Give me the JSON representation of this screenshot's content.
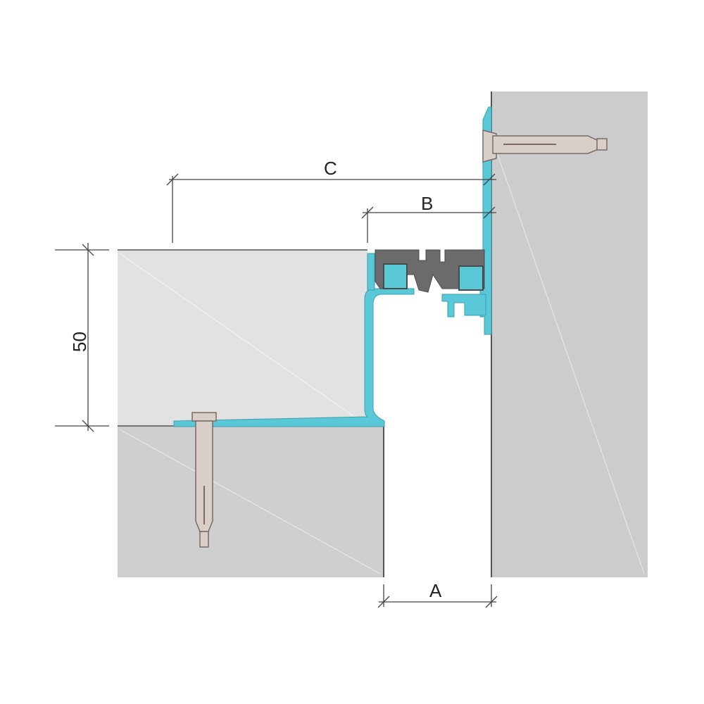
{
  "dimensions": {
    "a": "A",
    "b": "B",
    "c": "C",
    "height": "50"
  },
  "colors": {
    "profile": "#5bc8d8",
    "profile_stroke": "#3a9fb0",
    "insert": "#6b6b6b",
    "insert_dark": "#4a4a4a",
    "screed": "#e2e2e2",
    "concrete": "#cfcfcf",
    "wall": "#cccccc",
    "anchor": "#d8cfc8",
    "anchor_stroke": "#7a6a62",
    "dimension_line": "#444444"
  }
}
